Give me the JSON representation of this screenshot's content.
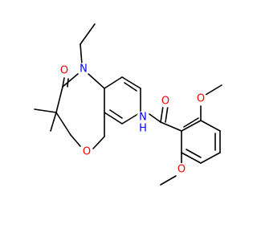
{
  "structure": {
    "atoms": [
      {
        "id": "O_carbonyl_ring",
        "label": "O",
        "color": "#ff0000"
      },
      {
        "id": "N_ring",
        "label": "N",
        "color": "#0000ff"
      },
      {
        "id": "O_ether_ring",
        "label": "O",
        "color": "#ff0000"
      },
      {
        "id": "N_amide",
        "label": "N",
        "color": "#0000ff"
      },
      {
        "id": "H_amide",
        "label": "H",
        "color": "#0000ff"
      },
      {
        "id": "O_amide",
        "label": "O",
        "color": "#ff0000"
      },
      {
        "id": "O_methoxy_top",
        "label": "O",
        "color": "#ff0000"
      },
      {
        "id": "O_methoxy_bottom",
        "label": "O",
        "color": "#ff0000"
      }
    ]
  }
}
